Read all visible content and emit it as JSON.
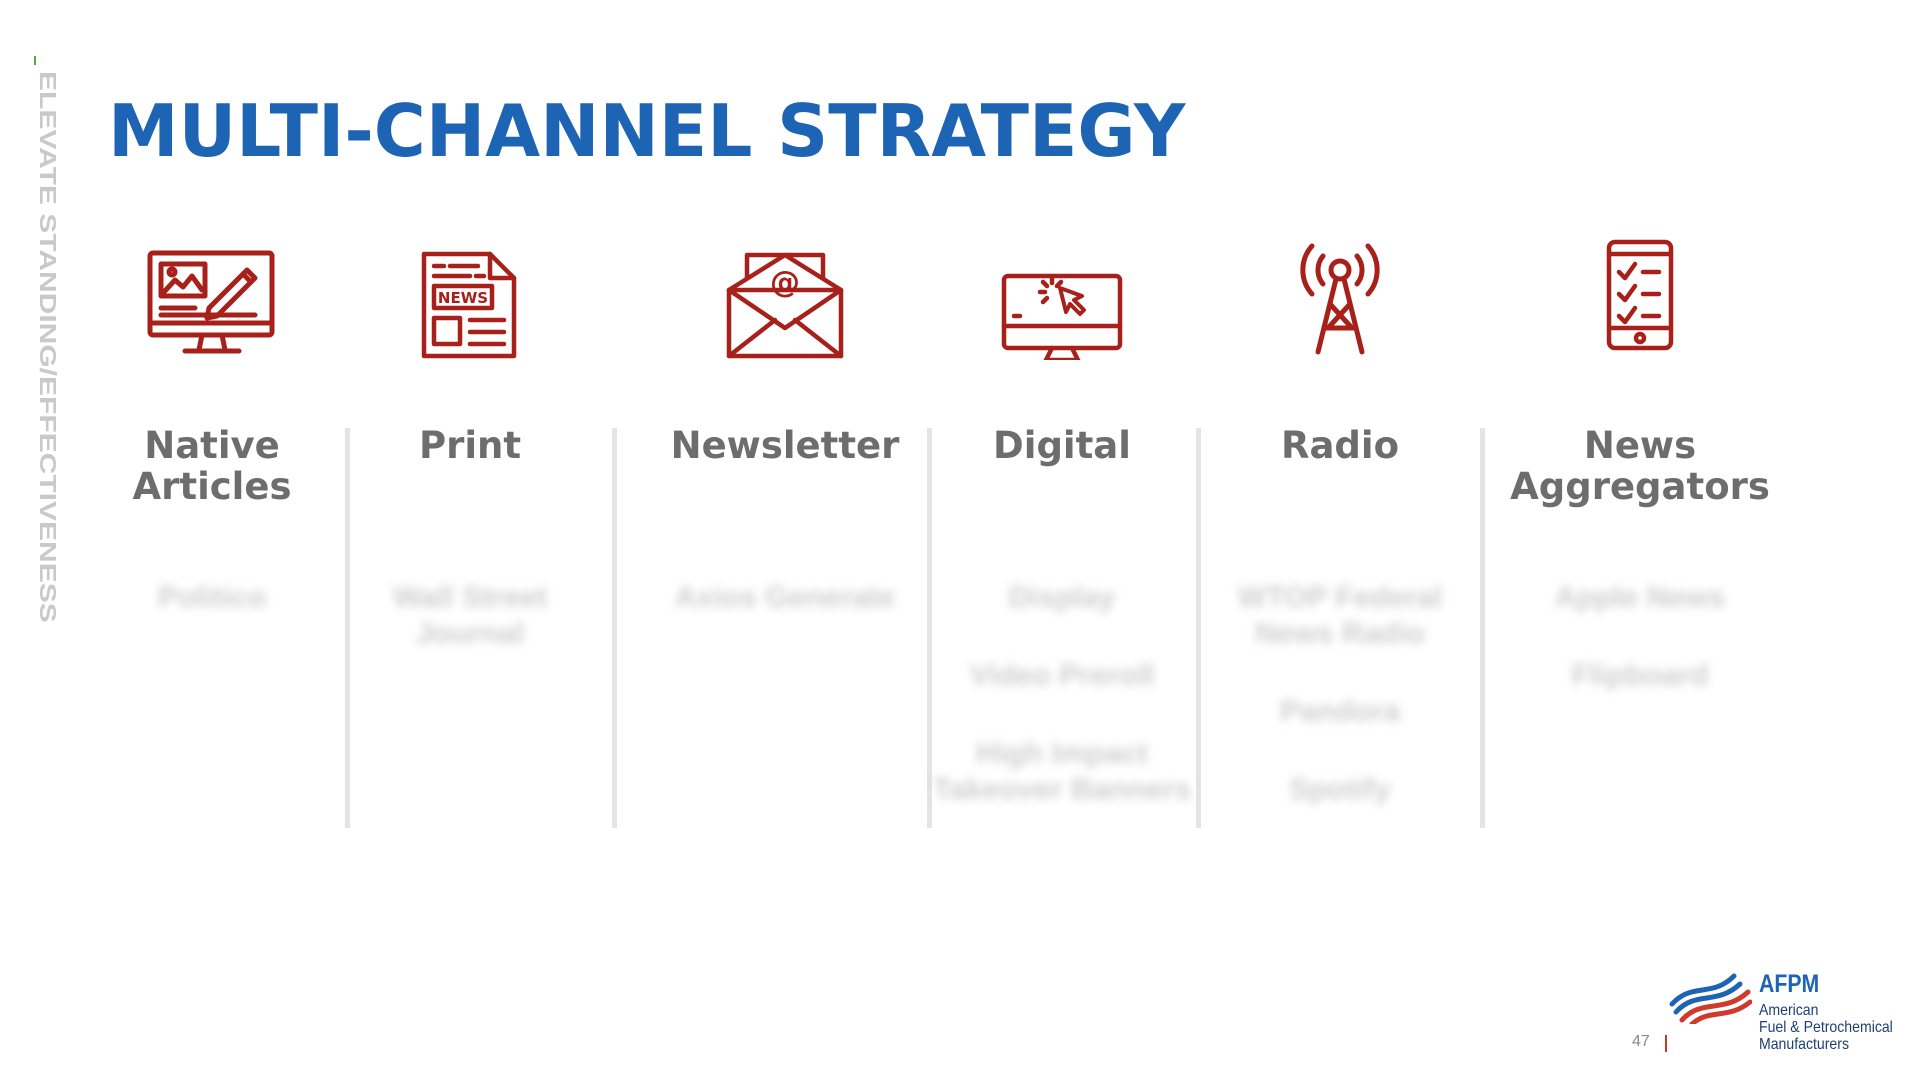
{
  "side_label": "ELEVATE STANDING/EFFECTIVENESS",
  "title": "MULTI-CHANNEL STRATEGY",
  "channels": [
    {
      "label": "Native Articles",
      "icon": "monitor-edit-icon",
      "items": [
        "Politico"
      ]
    },
    {
      "label": "Print",
      "icon": "newspaper-icon",
      "items": [
        "Wall Street Journal"
      ]
    },
    {
      "label": "Newsletter",
      "icon": "envelope-email-icon",
      "items": [
        "Axios Generate"
      ]
    },
    {
      "label": "Digital",
      "icon": "monitor-cursor-icon",
      "items": [
        "Display",
        "Video Preroll",
        "High Impact Takeover Banners"
      ]
    },
    {
      "label": "Radio",
      "icon": "radio-tower-icon",
      "items": [
        "WTOP Federal News Radio",
        "Pandora",
        "Spotify"
      ]
    },
    {
      "label": "News Aggregators",
      "icon": "mobile-checklist-icon",
      "items": [
        "Apple News",
        "Flipboard"
      ]
    }
  ],
  "footer": {
    "page_number": "47"
  },
  "logo": {
    "name": "AFPM",
    "line1": "American",
    "line2": "Fuel & Petrochemical",
    "line3": "Manufacturers"
  },
  "colors": {
    "title": "#1e64b4",
    "icon": "#a8201a",
    "label": "#6d6d6d",
    "accent_green": "#5aa846"
  }
}
